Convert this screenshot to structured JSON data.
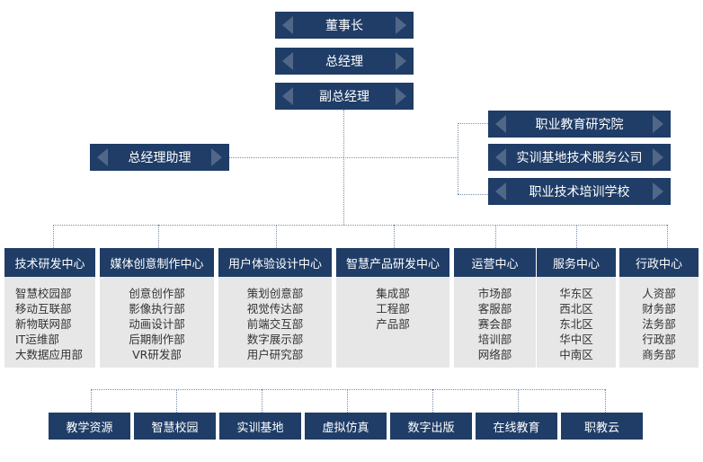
{
  "top": {
    "chairman": "董事长",
    "gm": "总经理",
    "vice_gm": "副总经理",
    "assistant": "总经理助理"
  },
  "affiliates": [
    "职业教育研究院",
    "实训基地技术服务公司",
    "职业技术培训学校"
  ],
  "departments": [
    {
      "title": "技术研发中心",
      "items": [
        "智慧校园部",
        "移动互联部",
        "新物联网部",
        "IT运维部",
        "大数据应用部"
      ]
    },
    {
      "title": "媒体创意制作中心",
      "items": [
        "创意创作部",
        "影像执行部",
        "动画设计部",
        "后期制作部",
        "VR研发部"
      ]
    },
    {
      "title": "用户体验设计中心",
      "items": [
        "策划创意部",
        "视觉传达部",
        "前端交互部",
        "数字展示部",
        "用户研究部"
      ]
    },
    {
      "title": "智慧产品研发中心",
      "items": [
        "集成部",
        "工程部",
        "产品部"
      ]
    },
    {
      "title": "运营中心",
      "items": [
        "市场部",
        "客服部",
        "赛会部",
        "培训部",
        "网络部"
      ]
    },
    {
      "title": "服务中心",
      "items": [
        "华东区",
        "西北区",
        "东北区",
        "华中区",
        "中南区"
      ]
    },
    {
      "title": "行政中心",
      "items": [
        "人资部",
        "财务部",
        "法务部",
        "行政部",
        "商务部"
      ]
    }
  ],
  "products": [
    "教学资源",
    "智慧校园",
    "实训基地",
    "虚拟仿真",
    "数字出版",
    "在线教育",
    "职教云"
  ],
  "colors": {
    "box": "#1f3d67",
    "panel": "#e7e7e7",
    "connector": "#7a8ea8"
  }
}
